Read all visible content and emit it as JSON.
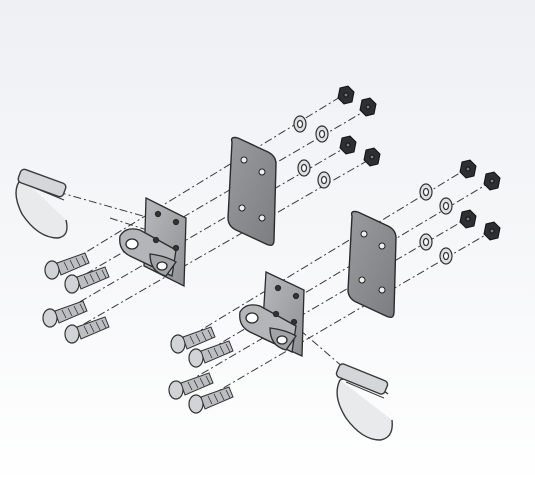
{
  "diagram": {
    "assemblies": [
      {
        "id": "upper-left"
      },
      {
        "id": "lower-right"
      }
    ],
    "parts": {
      "carriage_bolt": "carriage-bolt",
      "bracket": "hinge-bracket",
      "backing_plate": "backing-plate",
      "washer": "flat-washer",
      "nut": "lock-nut",
      "pin": "hitch-pin-clip"
    },
    "colors": {
      "background_top": "#f4f5f8",
      "background_bottom": "#ffffff",
      "plate": "#8e8f93",
      "plate_edge": "#2b2b2b",
      "bracket": "#a8a9ad",
      "bolt": "#c6c7ca",
      "nut": "#2e2f33",
      "washer": "#dedfe2",
      "centerline": "#3a3a3a"
    }
  }
}
